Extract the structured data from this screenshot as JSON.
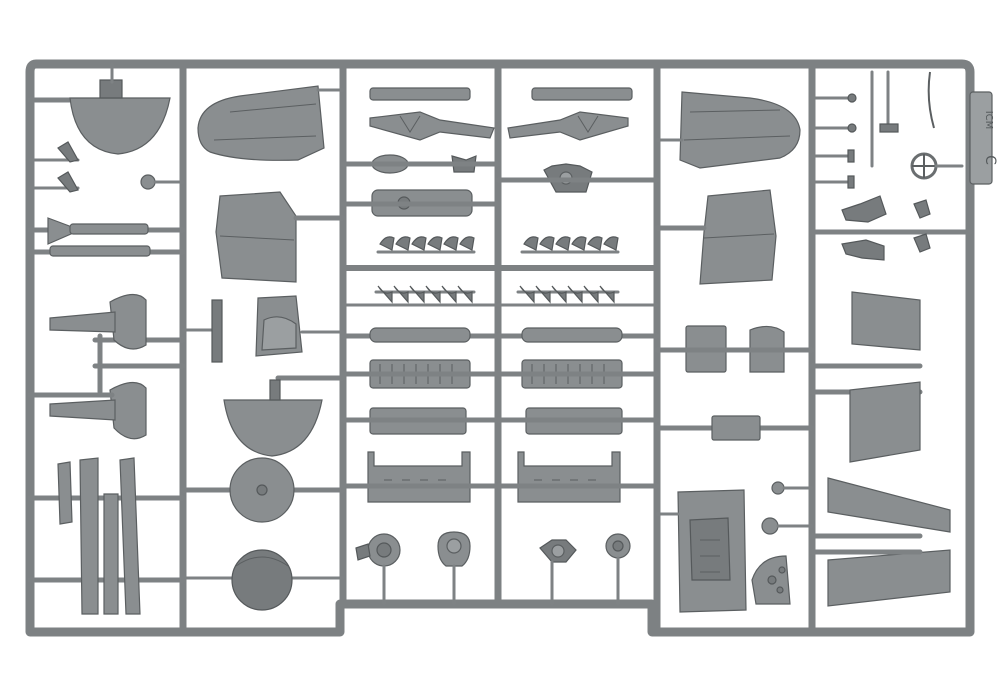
{
  "photo": {
    "subject": "plastic-model-kit-sprue",
    "colors": {
      "background": "#ffffff",
      "plastic": "#8a8e90",
      "plastic_dark": "#6c7072",
      "plastic_light": "#a3a7a9",
      "outline": "#55595b"
    }
  },
  "sprue_tag": {
    "brand": "ICM",
    "letter": "C"
  }
}
